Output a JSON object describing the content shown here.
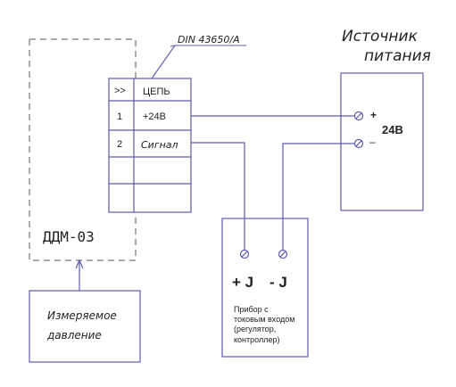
{
  "colors": {
    "line": "#5b5bb0",
    "dash": "#777777",
    "text": "#222222"
  },
  "diagram": {
    "sensor": {
      "label": "ДДМ-03"
    },
    "connector": {
      "standard": "DIN 43650/A",
      "header_left": ">>",
      "header_right": "ЦЕПЬ",
      "rows": [
        {
          "num": "1",
          "name": "+24В"
        },
        {
          "num": "2",
          "name": "Сигнал"
        }
      ]
    },
    "power_source": {
      "title_line1": "Источник",
      "title_line2": "питания",
      "plus": "+",
      "minus": "–",
      "voltage": "24В"
    },
    "instrument": {
      "plus_j": "+ J",
      "minus_j": "- J",
      "desc_line1": "Прибор с",
      "desc_line2": "токовым входом",
      "desc_line3": "(регулятор,",
      "desc_line4": "контроллер)"
    },
    "pressure": {
      "line1": "Измеряемое",
      "line2": "давление"
    },
    "icons": {
      "terminal": "screw-terminal-icon",
      "arrow": "arrow-up-icon"
    }
  }
}
